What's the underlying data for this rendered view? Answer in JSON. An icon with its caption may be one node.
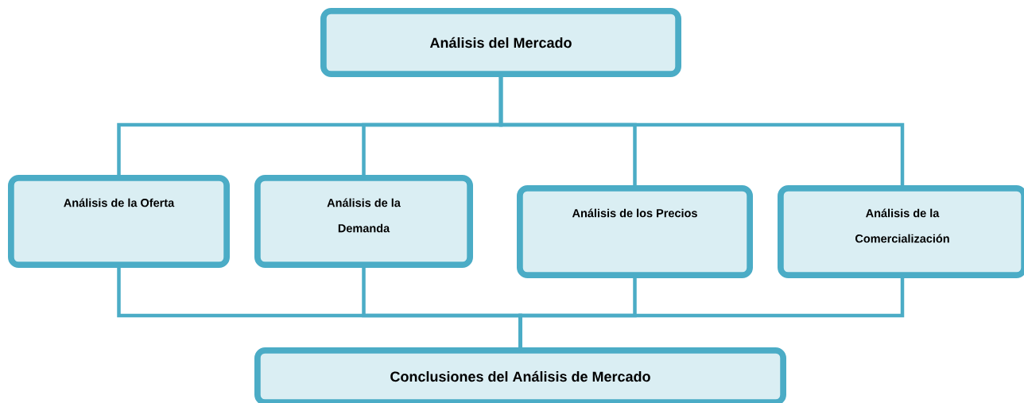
{
  "diagram": {
    "nodes": [
      {
        "text": [
          "Análisis del Mercado"
        ]
      },
      {
        "text": [
          "Análisis de la Oferta"
        ]
      },
      {
        "text": [
          "Análisis de la Demanda"
        ]
      },
      {
        "text": [
          "Análisis de los Precios"
        ]
      },
      {
        "text": [
          "Análisis de la Comercialización"
        ]
      },
      {
        "text": [
          "Conclusiones del Análisis de Mercado"
        ]
      }
    ],
    "edges": [
      {
        "from": 0,
        "to": 1,
        "arrow": "none"
      },
      {
        "from": 0,
        "to": 2,
        "arrow": "none"
      },
      {
        "from": 0,
        "to": 3,
        "arrow": "none"
      },
      {
        "from": 0,
        "to": 4,
        "arrow": "none"
      },
      {
        "from": 1,
        "to": 5,
        "arrow": "none"
      },
      {
        "from": 2,
        "to": 5,
        "arrow": "none"
      },
      {
        "from": 3,
        "to": 5,
        "arrow": "none"
      },
      {
        "from": 4,
        "to": 5,
        "arrow": "none"
      }
    ]
  }
}
